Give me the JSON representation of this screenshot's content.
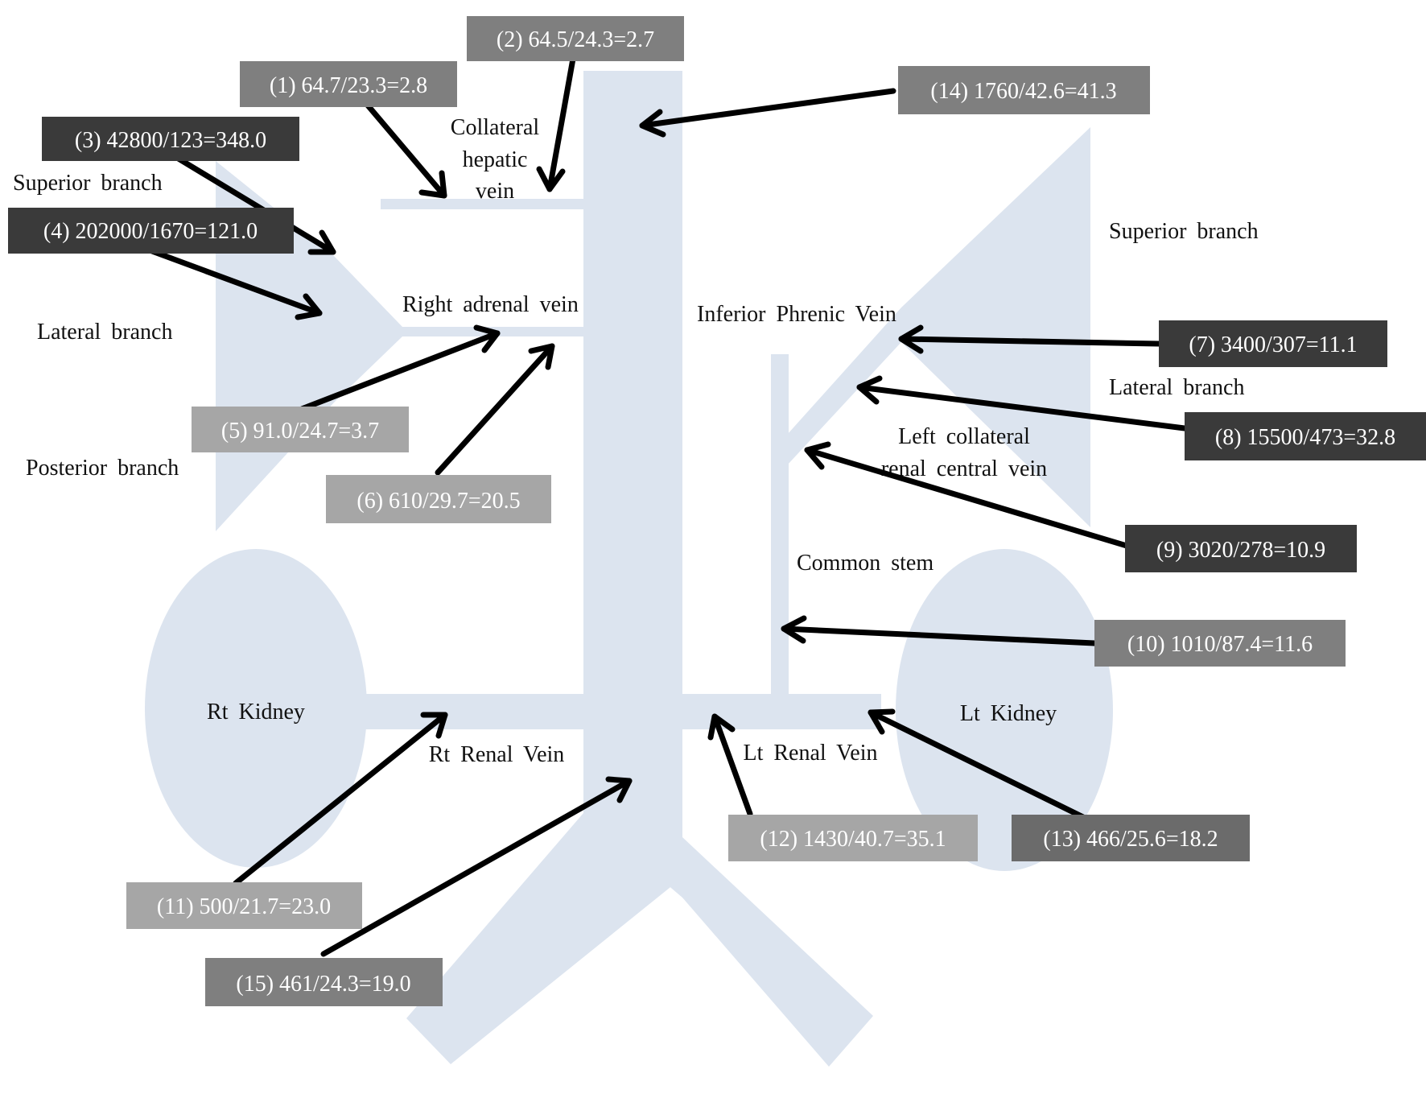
{
  "anatomy_labels": {
    "collateral_hepatic_vein": [
      "Collateral",
      "hepatic",
      "vein"
    ],
    "right_superior_branch": "Superior branch",
    "right_lateral_branch": "Lateral branch",
    "right_posterior_branch": "Posterior branch",
    "right_adrenal_vein": "Right adrenal vein",
    "inferior_phrenic_vein": "Inferior Phrenic Vein",
    "left_superior_branch": "Superior branch",
    "left_lateral_branch": "Lateral branch",
    "left_collateral_renal_central_vein": [
      "Left collateral",
      "renal central vein"
    ],
    "common_stem": "Common stem",
    "rt_kidney": "Rt Kidney",
    "lt_kidney": "Lt Kidney",
    "rt_renal_vein": "Rt Renal Vein",
    "lt_renal_vein": "Lt Renal Vein"
  },
  "samples": [
    {
      "id": 1,
      "label": "(1) 64.7/23.3=2.8",
      "color": "#7f7f7f"
    },
    {
      "id": 2,
      "label": "(2) 64.5/24.3=2.7",
      "color": "#7f7f7f"
    },
    {
      "id": 3,
      "label": "(3) 42800/123=348.0",
      "color": "#3a3a3a"
    },
    {
      "id": 4,
      "label": "(4) 202000/1670=121.0",
      "color": "#3a3a3a"
    },
    {
      "id": 5,
      "label": "(5) 91.0/24.7=3.7",
      "color": "#a6a6a6"
    },
    {
      "id": 6,
      "label": "(6) 610/29.7=20.5",
      "color": "#a6a6a6"
    },
    {
      "id": 7,
      "label": "(7) 3400/307=11.1",
      "color": "#3a3a3a"
    },
    {
      "id": 8,
      "label": "(8) 15500/473=32.8",
      "color": "#3a3a3a"
    },
    {
      "id": 9,
      "label": "(9) 3020/278=10.9",
      "color": "#3a3a3a"
    },
    {
      "id": 10,
      "label": "(10) 1010/87.4=11.6",
      "color": "#7f7f7f"
    },
    {
      "id": 11,
      "label": "(11) 500/21.7=23.0",
      "color": "#a6a6a6"
    },
    {
      "id": 12,
      "label": "(12) 1430/40.7=35.1",
      "color": "#a6a6a6"
    },
    {
      "id": 13,
      "label": "(13) 466/25.6=18.2",
      "color": "#6b6b6b"
    },
    {
      "id": 14,
      "label": "(14) 1760/42.6=41.3",
      "color": "#7f7f7f"
    },
    {
      "id": 15,
      "label": "(15) 461/24.3=19.0",
      "color": "#7f7f7f"
    }
  ]
}
